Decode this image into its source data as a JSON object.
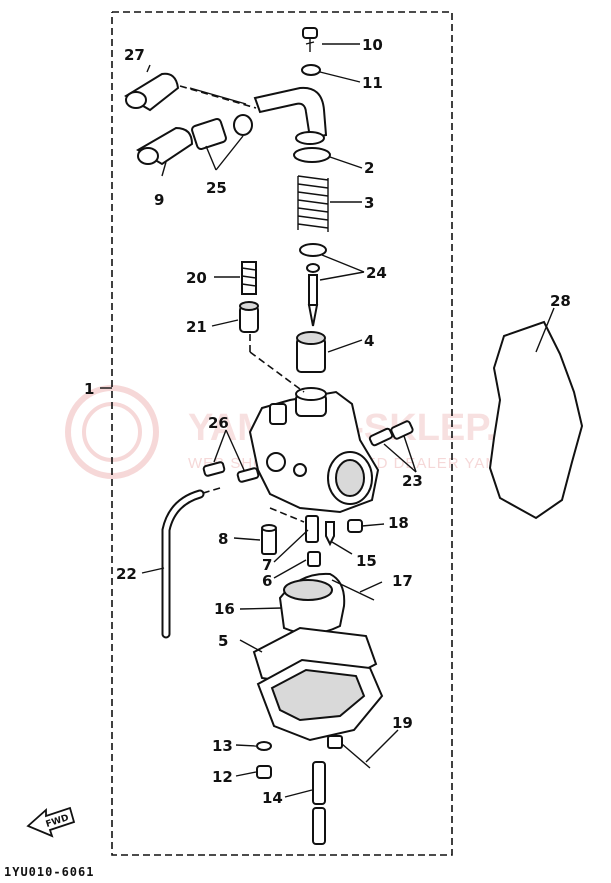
{
  "diagram": {
    "figure_code": "1YU010-6061",
    "fwd_label": "FWD",
    "watermark": {
      "brand": "YAMAHA-SKLEP.PL",
      "tagline": "WEB SHOP AUTHORIZED DEALER YAMAHA"
    },
    "callouts": {
      "c1": "1",
      "c2": "2",
      "c3": "3",
      "c4": "4",
      "c5": "5",
      "c6": "6",
      "c7": "7",
      "c8": "8",
      "c9": "9",
      "c10": "10",
      "c11": "11",
      "c12": "12",
      "c13": "13",
      "c14": "14",
      "c15": "15",
      "c16": "16",
      "c17": "17",
      "c18": "18",
      "c19": "19",
      "c20": "20",
      "c21": "21",
      "c22": "22",
      "c23": "23",
      "c24": "24",
      "c25": "25",
      "c26": "26",
      "c27": "27",
      "c28": "28"
    }
  }
}
